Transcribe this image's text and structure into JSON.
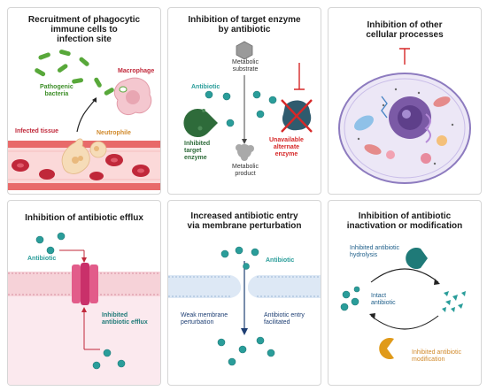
{
  "panels": {
    "p1": {
      "title": "Recruitment of phagocytic\nimmune cells to\ninfection site",
      "pathogenic_bacteria": "Pathogenic\nbacteria",
      "macrophage": "Macrophage",
      "infected_tissue": "Infected tissue",
      "neutrophile": "Neutrophile"
    },
    "p2": {
      "title": "Inhibition of target enzyme\nby antibiotic",
      "metabolic_substrate": "Metabolic\nsubstrate",
      "antibiotic": "Antibiotic",
      "inhibited_target_enzyme": "Inhibited\ntarget\nenzyme",
      "unavailable_alternate_enzyme": "Unavailable\nalternate\nenzyme",
      "metabolic_product": "Metabolic\nproduct"
    },
    "p3": {
      "title": "Inhibition of other\ncellular processes"
    },
    "p4": {
      "title": "Inhibition of antibiotic efflux",
      "antibiotic": "Antibiotic",
      "inhibited_antibiotic_efflux": "Inhibited\nantibiotic efflux"
    },
    "p5": {
      "title": "Increased antibiotic entry\nvia membrane perturbation",
      "antibiotic": "Antibiotic",
      "weak_membrane_perturbation": "Weak membrane\nperturbation",
      "antibiotic_entry_facilitated": "Antibiotic entry\nfacilitated"
    },
    "p6": {
      "title": "Inhibition of antibiotic\ninactivation or modification",
      "inhibited_antibiotic_hydrolysis": "Inhibited antibiotic\nhydrolysis",
      "intact_antibiotic": "Intact\nantibiotic",
      "inhibited_antibiotic_modification": "Inhibited antibiotic\nmodification"
    }
  },
  "colors": {
    "antibiotic_teal": "#2a9d9a",
    "inhibition_red": "#d62828",
    "enzyme_green": "#2e6b3a",
    "membrane_pink": "#f6d2d8",
    "membrane_blue": "#9db7d8",
    "blood_red": "#c0283a",
    "cell_purple": "#ece7f6",
    "modifier_orange": "#e09a1a"
  }
}
